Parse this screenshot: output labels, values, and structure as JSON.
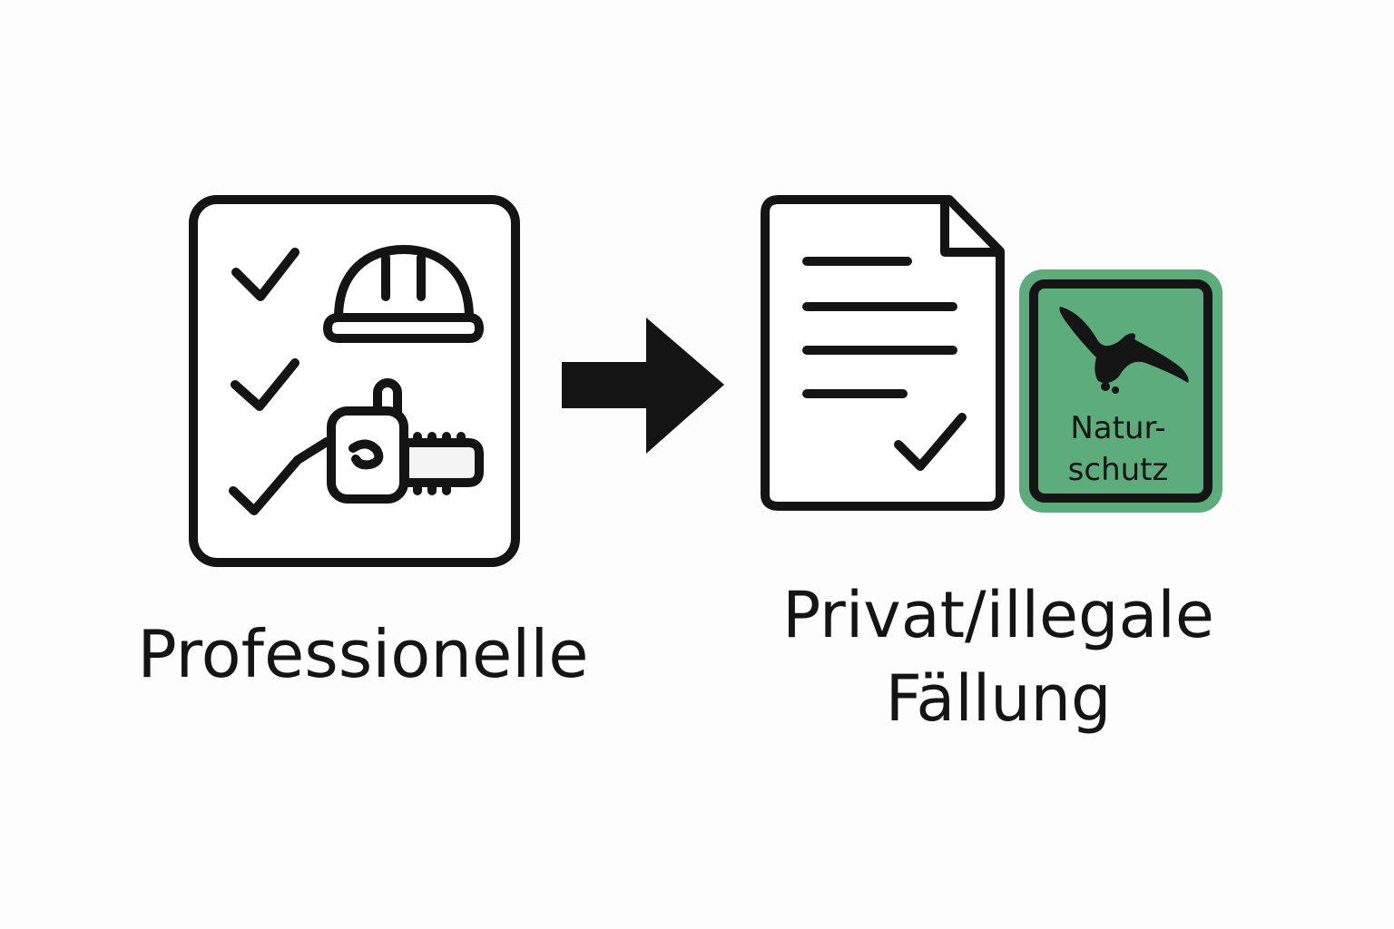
{
  "left_panel": {
    "label": "Professionelle"
  },
  "right_panel": {
    "label_line1": "Privat/illegale",
    "label_line2": "Fällung",
    "badge": {
      "line1": "Natur-",
      "line2": "schutz",
      "color": "#5cac7c"
    }
  },
  "icons": [
    "checklist-card-icon",
    "check-icon",
    "hard-hat-icon",
    "chainsaw-icon",
    "right-arrow-icon",
    "document-icon",
    "bird-icon"
  ]
}
